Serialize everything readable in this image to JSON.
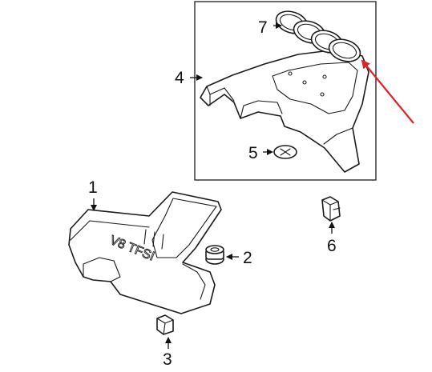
{
  "callouts": {
    "c1": "1",
    "c2": "2",
    "c3": "3",
    "c4": "4",
    "c5": "5",
    "c6": "6",
    "c7": "7"
  },
  "embossed_text": {
    "engine_cover": "V8 TFSI"
  },
  "colors": {
    "line": "#1a1a1a",
    "highlight_arrow": "#e0202a",
    "background": "#ffffff"
  }
}
